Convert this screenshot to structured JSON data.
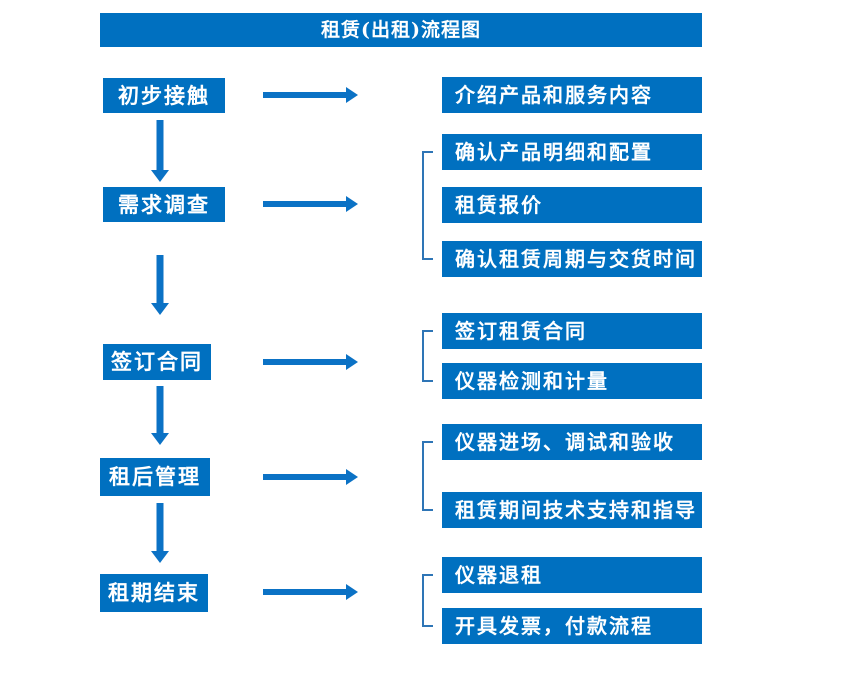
{
  "title": "租赁(出租)流程图",
  "colors": {
    "box_blue": "#0070C0",
    "arrow_blue": "#0B72C5",
    "bracket_blue": "#2E75B6",
    "text_white": "#FFFFFF"
  },
  "stages": [
    {
      "label": "初步接触",
      "details": [
        "介绍产品和服务内容"
      ]
    },
    {
      "label": "需求调查",
      "details": [
        "确认产品明细和配置",
        "租赁报价",
        "确认租赁周期与交货时间"
      ]
    },
    {
      "label": "签订合同",
      "details": [
        "签订租赁合同",
        "仪器检测和计量"
      ]
    },
    {
      "label": "租后管理",
      "details": [
        "仪器进场、调试和验收",
        "租赁期间技术支持和指导"
      ]
    },
    {
      "label": "租期结束",
      "details": [
        "仪器退租",
        "开具发票，付款流程"
      ]
    }
  ]
}
